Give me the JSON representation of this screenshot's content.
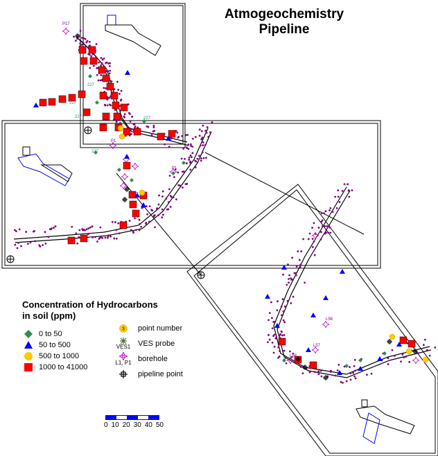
{
  "title": {
    "line1": "Atmogeochemistry",
    "line2": "Pipeline"
  },
  "legend": {
    "title_line1": "Concentration of Hydrocarbons",
    "title_line2": "in soil (ppm)",
    "classes": [
      {
        "label": "0  to  50",
        "color": "#2e8b57",
        "shape": "diamond"
      },
      {
        "label": "50  to  500",
        "color": "#0000ff",
        "shape": "triangle"
      },
      {
        "label": "500  to  1000",
        "color": "#ffcc00",
        "shape": "circle"
      },
      {
        "label": "1000  to  41000",
        "color": "#ff0000",
        "shape": "square"
      }
    ]
  },
  "symbols": [
    {
      "label": "point number",
      "sublabel": "",
      "icon": "yellow-numbered-circle",
      "num": "3"
    },
    {
      "label": "VES probe",
      "sublabel": "VES1",
      "icon": "star-burst-icon"
    },
    {
      "label": "borehole",
      "sublabel": "L1, P1",
      "icon": "borehole-icon"
    },
    {
      "label": "pipeline point",
      "sublabel": "",
      "icon": "crosshair-icon"
    }
  ],
  "scale": {
    "labels": [
      "0",
      "10",
      "20",
      "30",
      "40",
      "50"
    ],
    "color": "#0000ff"
  },
  "map_labels": [
    "P17",
    "227",
    "227",
    "227",
    "227",
    "227",
    "P1",
    "P1",
    "L56",
    "L57",
    "L58",
    "P7"
  ]
}
